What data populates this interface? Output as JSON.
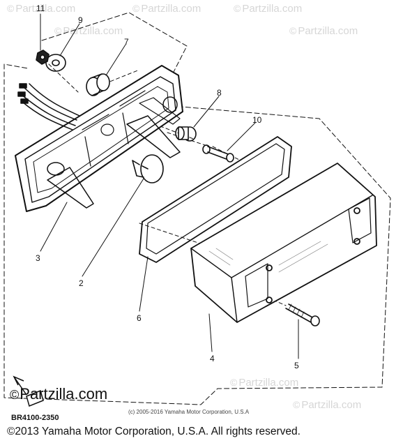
{
  "watermarks": [
    {
      "symbol": "©",
      "text": "Partzilla.com"
    },
    {
      "symbol": "©",
      "text": "Partzilla.com"
    },
    {
      "symbol": "©",
      "text": "Partzilla.com"
    },
    {
      "symbol": "©",
      "text": "Partzilla.com"
    },
    {
      "symbol": "©",
      "text": "Partzilla.com"
    },
    {
      "symbol": "©",
      "text": "Partzilla.com"
    },
    {
      "symbol": "©",
      "text": "Partzilla.com"
    }
  ],
  "callouts": [
    "11",
    "9",
    "7",
    "8",
    "10",
    "3",
    "2",
    "6",
    "4",
    "5"
  ],
  "logo": {
    "symbol": "©",
    "text": "Partzilla.com"
  },
  "diagram_code": "BR4100-2350",
  "small_copyright": "(c) 2005-2016 Yamaha Motor Corporation, U.S.A",
  "footer": "©2013 Yamaha Motor Corporation, U.S.A. All rights reserved."
}
